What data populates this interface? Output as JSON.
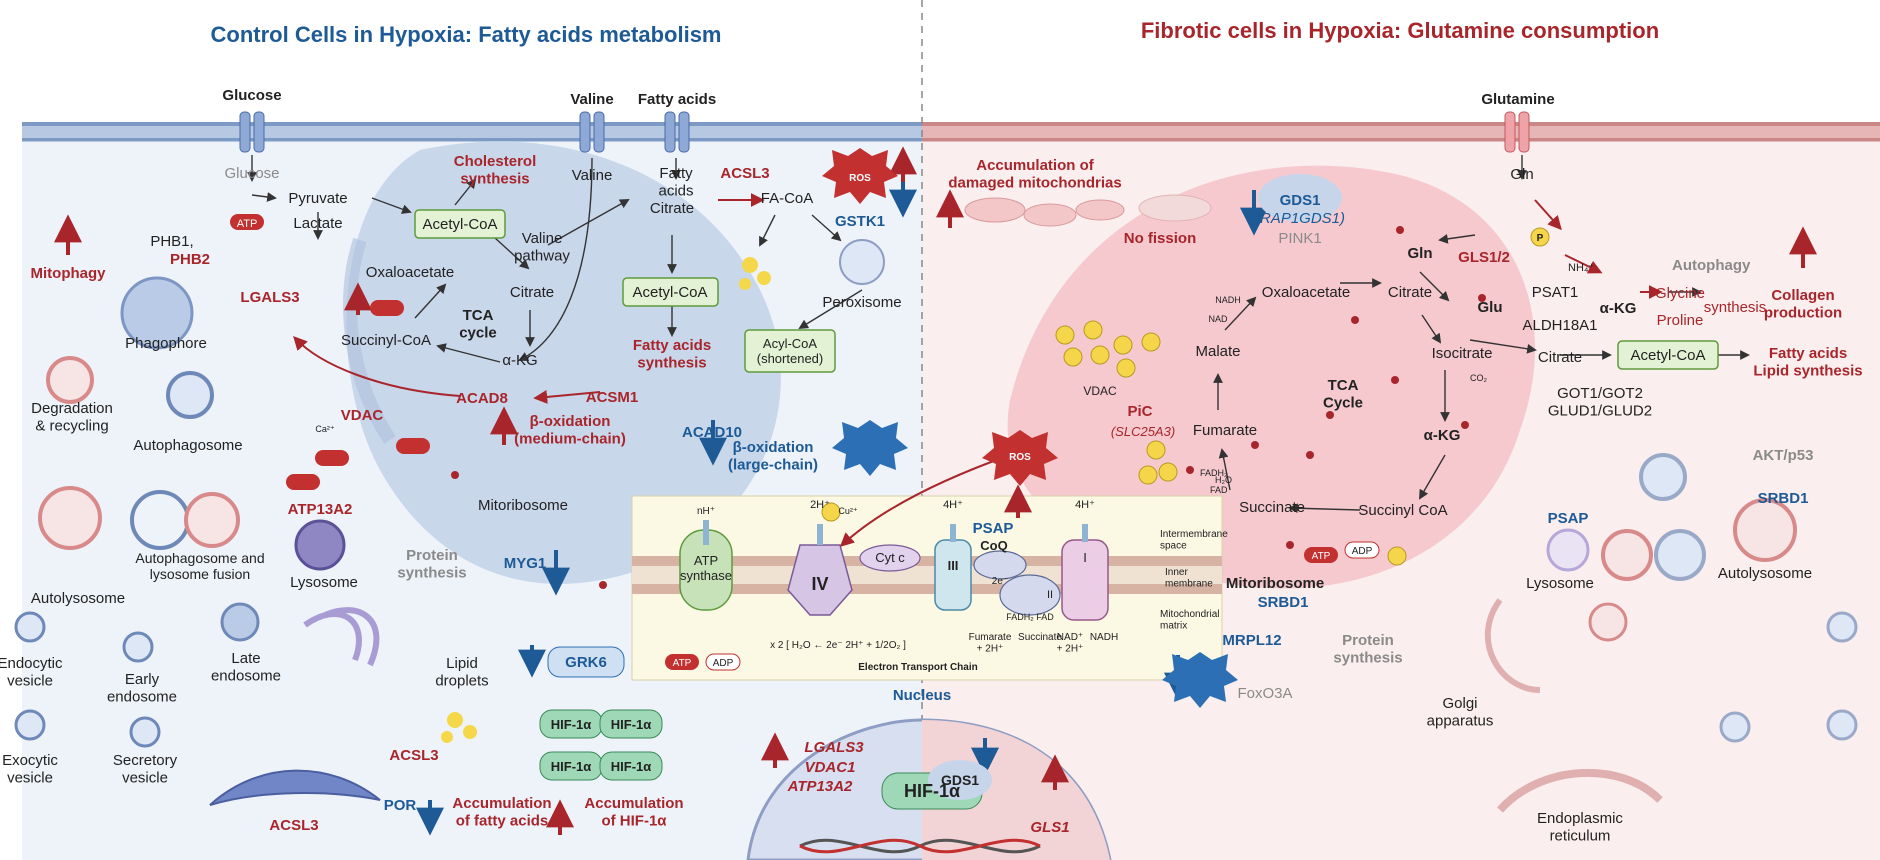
{
  "titles": {
    "left": "Control Cells in Hypoxia: Fatty acids metabolism",
    "right": "Fibrotic cells in Hypoxia: Glutamine consumption"
  },
  "colors": {
    "red": "#a8262b",
    "blue": "#1d5a96",
    "left_bg": "#eef3fa",
    "right_bg": "#fbeeee",
    "mito_left": "#c6d5ea",
    "mito_right": "#f4c6cb",
    "box_fill": "#e3f2d4",
    "ets_panel": "#fbf8e4"
  },
  "left": {
    "glucose_channel": "Glucose",
    "glucose": "Glucose",
    "pyruvate": "Pyruvate",
    "lactate": "Lactate",
    "atp": "ATP",
    "cholesterol": "Cholesterol\nsynthesis",
    "acetyl_coa": "Acetyl-CoA",
    "valine_channel": "Valine",
    "fatty_acids_channel": "Fatty acids",
    "valine": "Valine",
    "fatty_acids": "Fatty\nacids",
    "acsl3_top": "ACSL3",
    "fa_coa": "FA-CoA",
    "ros": "ROS",
    "gstk1": "GSTK1",
    "mitophagy": "Mitophagy",
    "phb1": "PHB1,",
    "phb2": "PHB2",
    "lgals3": "LGALS3",
    "phagophore": "Phagophore",
    "oxaloacetate": "Oxaloacetate",
    "valine_pathway": "Valine\npathway",
    "citrate_tca": "Citrate",
    "tca_cycle": "TCA\ncycle",
    "citrate_right": "Citrate",
    "acetyl_coa_2": "Acetyl-CoA",
    "peroxisome": "Peroxisome",
    "succinyl_coa": "Succinyl-CoA",
    "akg": "α-KG",
    "fa_synthesis": "Fatty acids\nsynthesis",
    "acyl_coa": "Acyl-CoA\n(shortened)",
    "degradation": "Degradation\n& recycling",
    "autophagosome": "Autophagosome",
    "acad8": "ACAD8",
    "acsm1": "ACSM1",
    "beta_ox_medium": "β-oxidation\n(medium-chain)",
    "vdac": "VDAC",
    "ca": "Ca²⁺",
    "acad10": "ACAD10",
    "beta_ox_large": "β-oxidation\n(large-chain)",
    "atp13a2": "ATP13A2",
    "mitoribosome": "Mitoribosome",
    "autophagosome_fusion": "Autophagosome and\nlysosome fusion",
    "protein_synthesis": "Protein\nsynthesis",
    "myg1": "MYG1",
    "lysosome": "Lysosome",
    "autolysosome": "Autolysosome",
    "endocytic": "Endocytic\nvesicle",
    "early_endosome": "Early\nendosome",
    "late_endosome": "Late\nendosome",
    "lipid_droplets": "Lipid\ndroplets",
    "grk6": "GRK6",
    "hif": "HIF-1α",
    "exocytic": "Exocytic\nvesicle",
    "secretory": "Secretory\nvesicle",
    "acsl3_er": "ACSL3",
    "acsl3_bottom": "ACSL3",
    "por": "POR",
    "acc_fa": "Accumulation\nof fatty acids",
    "acc_hif": "Accumulation\nof HIF-1α"
  },
  "ets": {
    "nh": "nH⁺",
    "h2": "2H⁺",
    "h4a": "4H⁺",
    "h4b": "4H⁺",
    "cu": "Cu²⁺",
    "atp_synthase": "ATP\nsynthase",
    "iv": "IV",
    "cyt_c": "Cyt c",
    "iii": "III",
    "psap": "PSAP",
    "coq": "CoQ",
    "ii": "II",
    "i": "I",
    "e2": "2e⁻",
    "intermembrane": "Intermembrane\nspace",
    "inner_membrane": "Inner\nmembrane",
    "matrix": "Mitochondrial\nmatrix",
    "atp": "ATP",
    "adp": "ADP",
    "water_eq": "x 2 [ H₂O ← 2e⁻ 2H⁺ + 1/2O₂ ]",
    "fadh": "FADH₂ FAD",
    "fumarate": "Fumarate\n+ 2H⁺",
    "succinate": "Succinate",
    "nad": "NAD⁺\n+ 2H⁺",
    "nadh": "NADH",
    "label": "Electron Transport Chain"
  },
  "nucleus": {
    "label": "Nucleus",
    "lgals3": "LGALS3",
    "vdac1": "VDAC1",
    "atp13a2": "ATP13A2",
    "gds1": "GDS1",
    "hif": "HIF-1α",
    "gls1": "GLS1"
  },
  "right": {
    "glutamine_channel": "Glutamine",
    "gln": "Gln",
    "acc_mito": "Accumulation of\ndamaged mitochondrias",
    "no_fission": "No fission",
    "gds1": "GDS1",
    "rap1gds1": "(RAP1GDS1)",
    "pink1": "PINK1",
    "p": "P",
    "gln2": "Gln",
    "gls12": "GLS1/2",
    "nh4": "NH₄⁺",
    "autophagy": "Autophagy",
    "collagen": "Collagen\nproduction",
    "nadh": "NADH",
    "nad": "NAD",
    "oxaloacetate": "Oxaloacetate",
    "citrate": "Citrate",
    "psat1": "PSAT1",
    "glu": "Glu",
    "akg": "α-KG",
    "glycine": "Glycine",
    "proline": "Proline",
    "synthesis": "synthesis",
    "aldh18a1": "ALDH18A1",
    "malate": "Malate",
    "isocitrate": "Isocitrate",
    "citrate2": "Citrate",
    "acetyl_coa": "Acetyl-CoA",
    "fa_lipid": "Fatty acids\nLipid synthesis",
    "vdac": "VDAC",
    "co2": "CO₂",
    "got": "GOT1/GOT2\nGLUD1/GLUD2",
    "tca_cycle": "TCA\nCycle",
    "pic": "PiC",
    "slc25a3": "(SLC25A3)",
    "fumarate": "Fumarate",
    "akg2": "α-KG",
    "ros": "ROS",
    "h2o": "H₂O",
    "akt": "AKT/p53",
    "fadh2": "FADH₂",
    "fad": "FAD",
    "succinate": "Succinate",
    "succinyl_coa": "Succinyl CoA",
    "srbd1_top": "SRBD1",
    "psap": "PSAP",
    "atp": "ATP",
    "adp": "ADP",
    "mitoribosome": "Mitoribosome",
    "srbd1": "SRBD1",
    "lysosome": "Lysosome",
    "autolysosome": "Autolysosome",
    "mrpl12": "MRPL12",
    "protein_synthesis": "Protein\nsynthesis",
    "foxo3a": "FoxO3A",
    "golgi": "Golgi\napparatus",
    "er": "Endoplasmic\nreticulum"
  }
}
